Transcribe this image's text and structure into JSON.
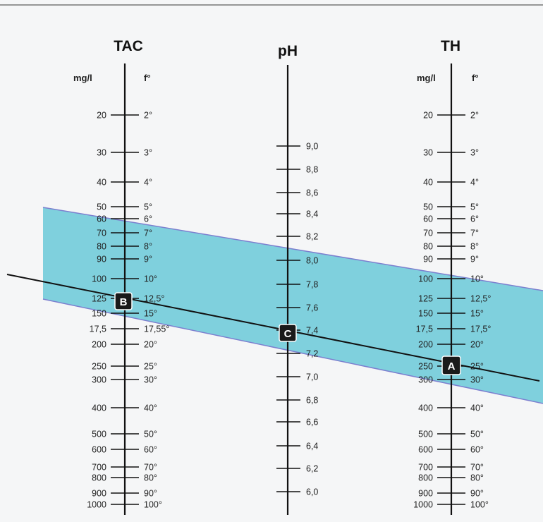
{
  "colors": {
    "background": "#f5f6f7",
    "band_fill": "#7fd0dd",
    "band_edge": "#7c7fcf",
    "axis": "#111111",
    "marker_fill": "#1a1a1a"
  },
  "axes": {
    "tac": {
      "title": "TAC",
      "unit_left": "mg/l",
      "unit_right": "f°",
      "left_labels": [
        "20",
        "30",
        "40",
        "50",
        "60",
        "70",
        "80",
        "90",
        "100",
        "125",
        "150",
        "17,5",
        "200",
        "250",
        "300",
        "400",
        "500",
        "600",
        "700",
        "800",
        "900",
        "1000"
      ],
      "right_labels": [
        "2°",
        "3°",
        "4°",
        "5°",
        "6°",
        "7°",
        "8°",
        "9°",
        "10°",
        "12,5°",
        "15°",
        "17,55°",
        "20°",
        "25°",
        "30°",
        "40°",
        "50°",
        "60°",
        "70°",
        "80°",
        "90°",
        "100°"
      ]
    },
    "ph": {
      "title": "pH",
      "labels": [
        "9,0",
        "8,8",
        "8,6",
        "8,4",
        "8,2",
        "8,0",
        "7,8",
        "7,6",
        "7,4",
        "7,2",
        "7,0",
        "6,8",
        "6,6",
        "6,4",
        "6,2",
        "6,0"
      ]
    },
    "th": {
      "title": "TH",
      "unit_left": "mg/l",
      "unit_right": "f°",
      "left_labels": [
        "20",
        "30",
        "40",
        "50",
        "60",
        "70",
        "80",
        "90",
        "100",
        "125",
        "150",
        "17,5",
        "200",
        "250",
        "300",
        "400",
        "500",
        "600",
        "700",
        "800",
        "900",
        "1000"
      ],
      "right_labels": [
        "2°",
        "3°",
        "4°",
        "5°",
        "6°",
        "7°",
        "8°",
        "9°",
        "10°",
        "12,5°",
        "15°",
        "17,5°",
        "20°",
        "25°",
        "30°",
        "40°",
        "50°",
        "60°",
        "70°",
        "80°",
        "90°",
        "100°"
      ]
    }
  },
  "markers": {
    "a": {
      "label": "A",
      "axis": "TH",
      "value": "25°"
    },
    "b": {
      "label": "B",
      "axis": "TAC",
      "value": "12,5°"
    },
    "c": {
      "label": "C",
      "axis": "pH",
      "value": "7,4"
    }
  }
}
